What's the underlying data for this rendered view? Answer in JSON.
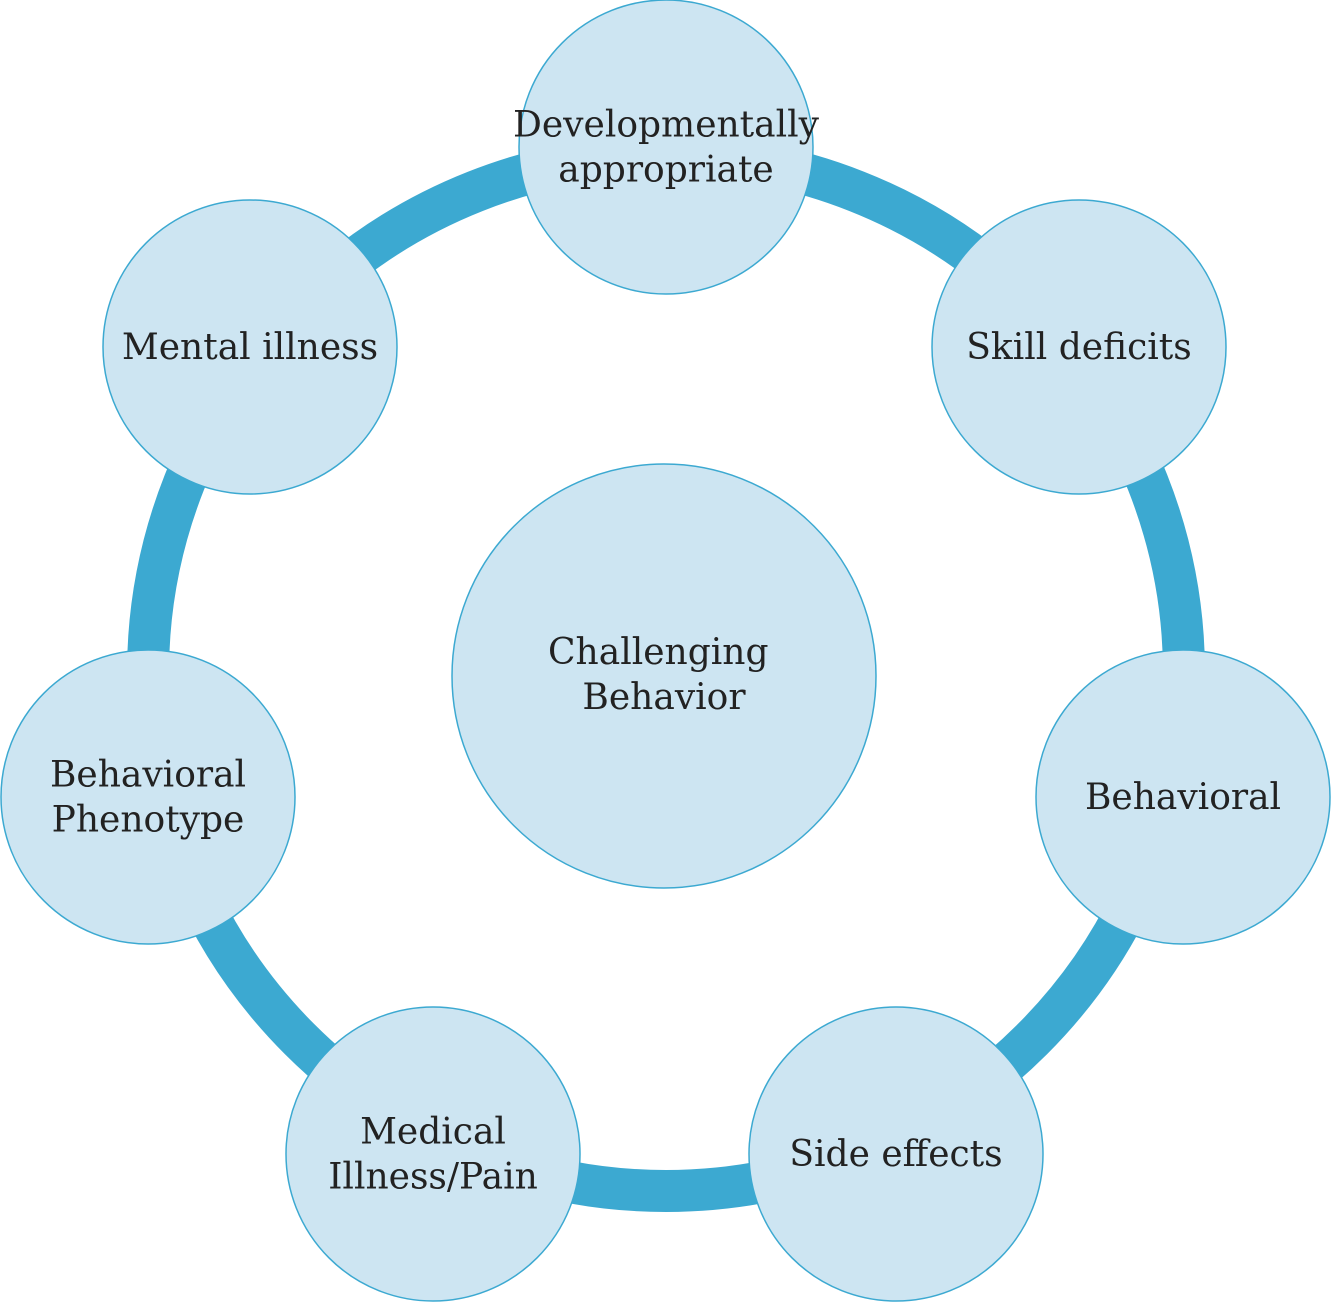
{
  "colors": {
    "ring": "#3ca9d1",
    "node_fill": "#cde5f2",
    "node_stroke": "#3ca9d1",
    "text": "#222222",
    "background": "#ffffff"
  },
  "center": {
    "lines": [
      "Challenging",
      "Behavior"
    ]
  },
  "nodes": [
    {
      "id": "developmentally-appropriate",
      "lines": [
        "Developmentally",
        "appropriate"
      ]
    },
    {
      "id": "skill-deficits",
      "lines": [
        "Skill deficits"
      ]
    },
    {
      "id": "behavioral",
      "lines": [
        "Behavioral"
      ]
    },
    {
      "id": "side-effects",
      "lines": [
        "Side effects"
      ]
    },
    {
      "id": "medical-illness-pain",
      "lines": [
        "Medical",
        "Illness/Pain"
      ]
    },
    {
      "id": "behavioral-phenotype",
      "lines": [
        "Behavioral",
        "Phenotype"
      ]
    },
    {
      "id": "mental-illness",
      "lines": [
        "Mental illness"
      ]
    }
  ]
}
